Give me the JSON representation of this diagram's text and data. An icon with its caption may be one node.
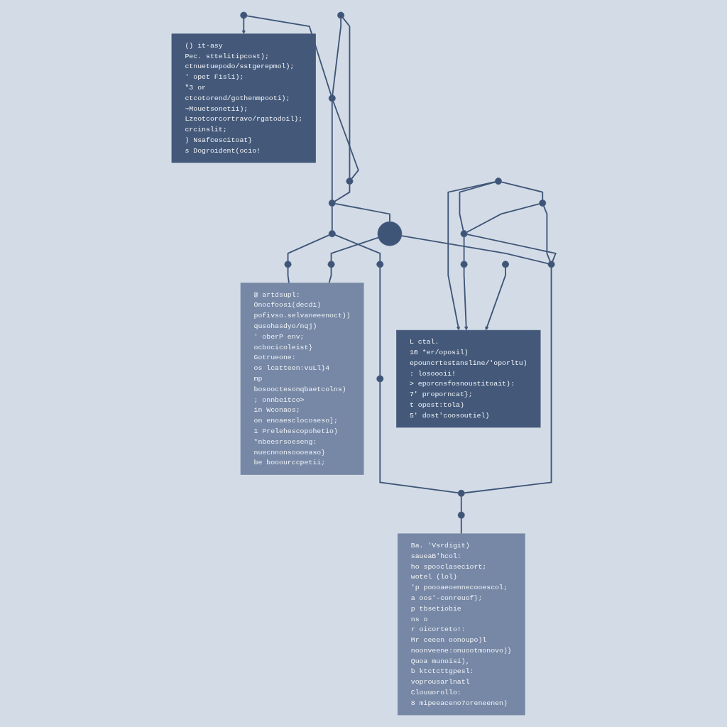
{
  "diagram": {
    "nodes": [
      {
        "text": [
          "() it-asy",
          "Pec. sttelitipcost);",
          "ctnuetuepodo/sstgerepmol);",
          "' opet Fisli);",
          "\"3 or ctcotorend/gothenmpooti);",
          "~Mouetsonetii);",
          "Lzeotcorcortravo/rgatodoil);",
          "crcinslit;",
          ") Nsafcescitoat}",
          "s Dogroident(ocio!"
        ]
      },
      {
        "text": [
          "@ artdsupl:",
          "Onocfoosi(decdi)",
          "pofivso.selvaneeenoct))",
          "qusohasdyo/nqj)",
          "' oberP env;",
          "ocbocicoleist}",
          "Gotrueone:",
          "os lcatteen:vuLl}4",
          "mp bosooctesonqbaetcolns)",
          "; onnbeitco>",
          "in Wconaos;",
          "on enoaesclocoseso];",
          "1 Prelehescopohetio)",
          "*nbeesrsoeseng:",
          "nuecnnonsoooeaso}",
          "be booourccpetii;"
        ]
      },
      {
        "text": [],
        "shape": "circle"
      },
      {
        "text": [],
        "shape": "circle"
      },
      {
        "text": [],
        "shape": "circle"
      },
      {
        "text": [],
        "shape": "circle"
      },
      {
        "text": [],
        "shape": "circle"
      },
      {
        "text": [],
        "shape": "circle"
      },
      {
        "text": [],
        "shape": "circle"
      },
      {
        "text": [],
        "shape": "circle"
      },
      {
        "text": [],
        "shape": "circle"
      },
      {
        "text": [],
        "shape": "circle"
      },
      {
        "text": [],
        "shape": "circle"
      },
      {
        "text": [],
        "shape": "circle"
      },
      {
        "text": [],
        "shape": "circle"
      },
      {
        "text": [],
        "shape": "circle"
      },
      {
        "text": [],
        "shape": "circle"
      },
      {
        "text": [],
        "shape": "circle"
      },
      {
        "text": [],
        "shape": "circle"
      },
      {
        "text": [],
        "shape": "circle"
      },
      {
        "text": [],
        "shape": "circle"
      },
      {
        "text": [
          "L ctal.",
          "10 *er/oposil)",
          "epouncrtestansline/'oporltu)",
          ": losoooii!",
          "> eporcnsfosnoustitoait):",
          "7' proporncat};",
          "t opest:tola)",
          "5' dost'coosoutiel)"
        ]
      },
      {
        "text": [
          "Ba. 'Vsrdigit)",
          "saueaB'hcol:",
          "ho spooclaseciort;",
          "wotel (lol)",
          "'p poooaeoennecooescol;",
          "a oos'-conreuof};",
          "p tbsetiobie",
          "ns o",
          "r oicorteto!:",
          "Mr ceeen oonoupo)l",
          "noonveene:onuootmonovo)}",
          "Quoa munoisi),",
          "b ktctcttgpesl:",
          "voprousarlnatl",
          "Clouuorollo:",
          "8 mipeeaceno7oreneenen)"
        ]
      }
    ],
    "edges": [
      {
        "from": 2,
        "to": 0,
        "arrow": "to"
      },
      {
        "from": 2,
        "to": 4,
        "arrow": "none"
      },
      {
        "from": 6,
        "to": 4,
        "arrow": "none"
      },
      {
        "from": 6,
        "to": 8,
        "arrow": "none"
      },
      {
        "from": 4,
        "to": 8,
        "arrow": "none"
      },
      {
        "from": 4,
        "to": 7,
        "arrow": "none"
      },
      {
        "from": 8,
        "to": 7,
        "arrow": "none"
      },
      {
        "from": 7,
        "to": 5,
        "arrow": "none"
      },
      {
        "from": 7,
        "to": 10,
        "arrow": "none"
      },
      {
        "from": 5,
        "to": 9,
        "arrow": "none"
      },
      {
        "from": 9,
        "to": 12,
        "arrow": "none"
      },
      {
        "from": 12,
        "to": 16,
        "arrow": "none"
      },
      {
        "from": 5,
        "to": 3,
        "arrow": "none"
      },
      {
        "from": 3,
        "to": 1,
        "arrow": "none"
      },
      {
        "from": 10,
        "to": 11,
        "arrow": "none"
      },
      {
        "from": 11,
        "to": 1,
        "arrow": "none"
      },
      {
        "from": 10,
        "to": 15,
        "arrow": "none"
      },
      {
        "from": 15,
        "to": 16,
        "arrow": "none"
      },
      {
        "from": 16,
        "to": 18,
        "arrow": "none"
      },
      {
        "from": 18,
        "to": 22,
        "arrow": "none"
      },
      {
        "from": 14,
        "to": 13,
        "arrow": "none"
      },
      {
        "from": 14,
        "to": 17,
        "arrow": "none"
      },
      {
        "from": 13,
        "to": 17,
        "arrow": "none"
      },
      {
        "from": 13,
        "to": 15,
        "arrow": "none"
      },
      {
        "from": 17,
        "to": 15,
        "arrow": "none"
      },
      {
        "from": 14,
        "to": 21,
        "arrow": "to"
      },
      {
        "from": 17,
        "to": 19,
        "arrow": "none"
      },
      {
        "from": 19,
        "to": 21,
        "arrow": "to"
      },
      {
        "from": 20,
        "to": 21,
        "arrow": "to"
      }
    ]
  }
}
